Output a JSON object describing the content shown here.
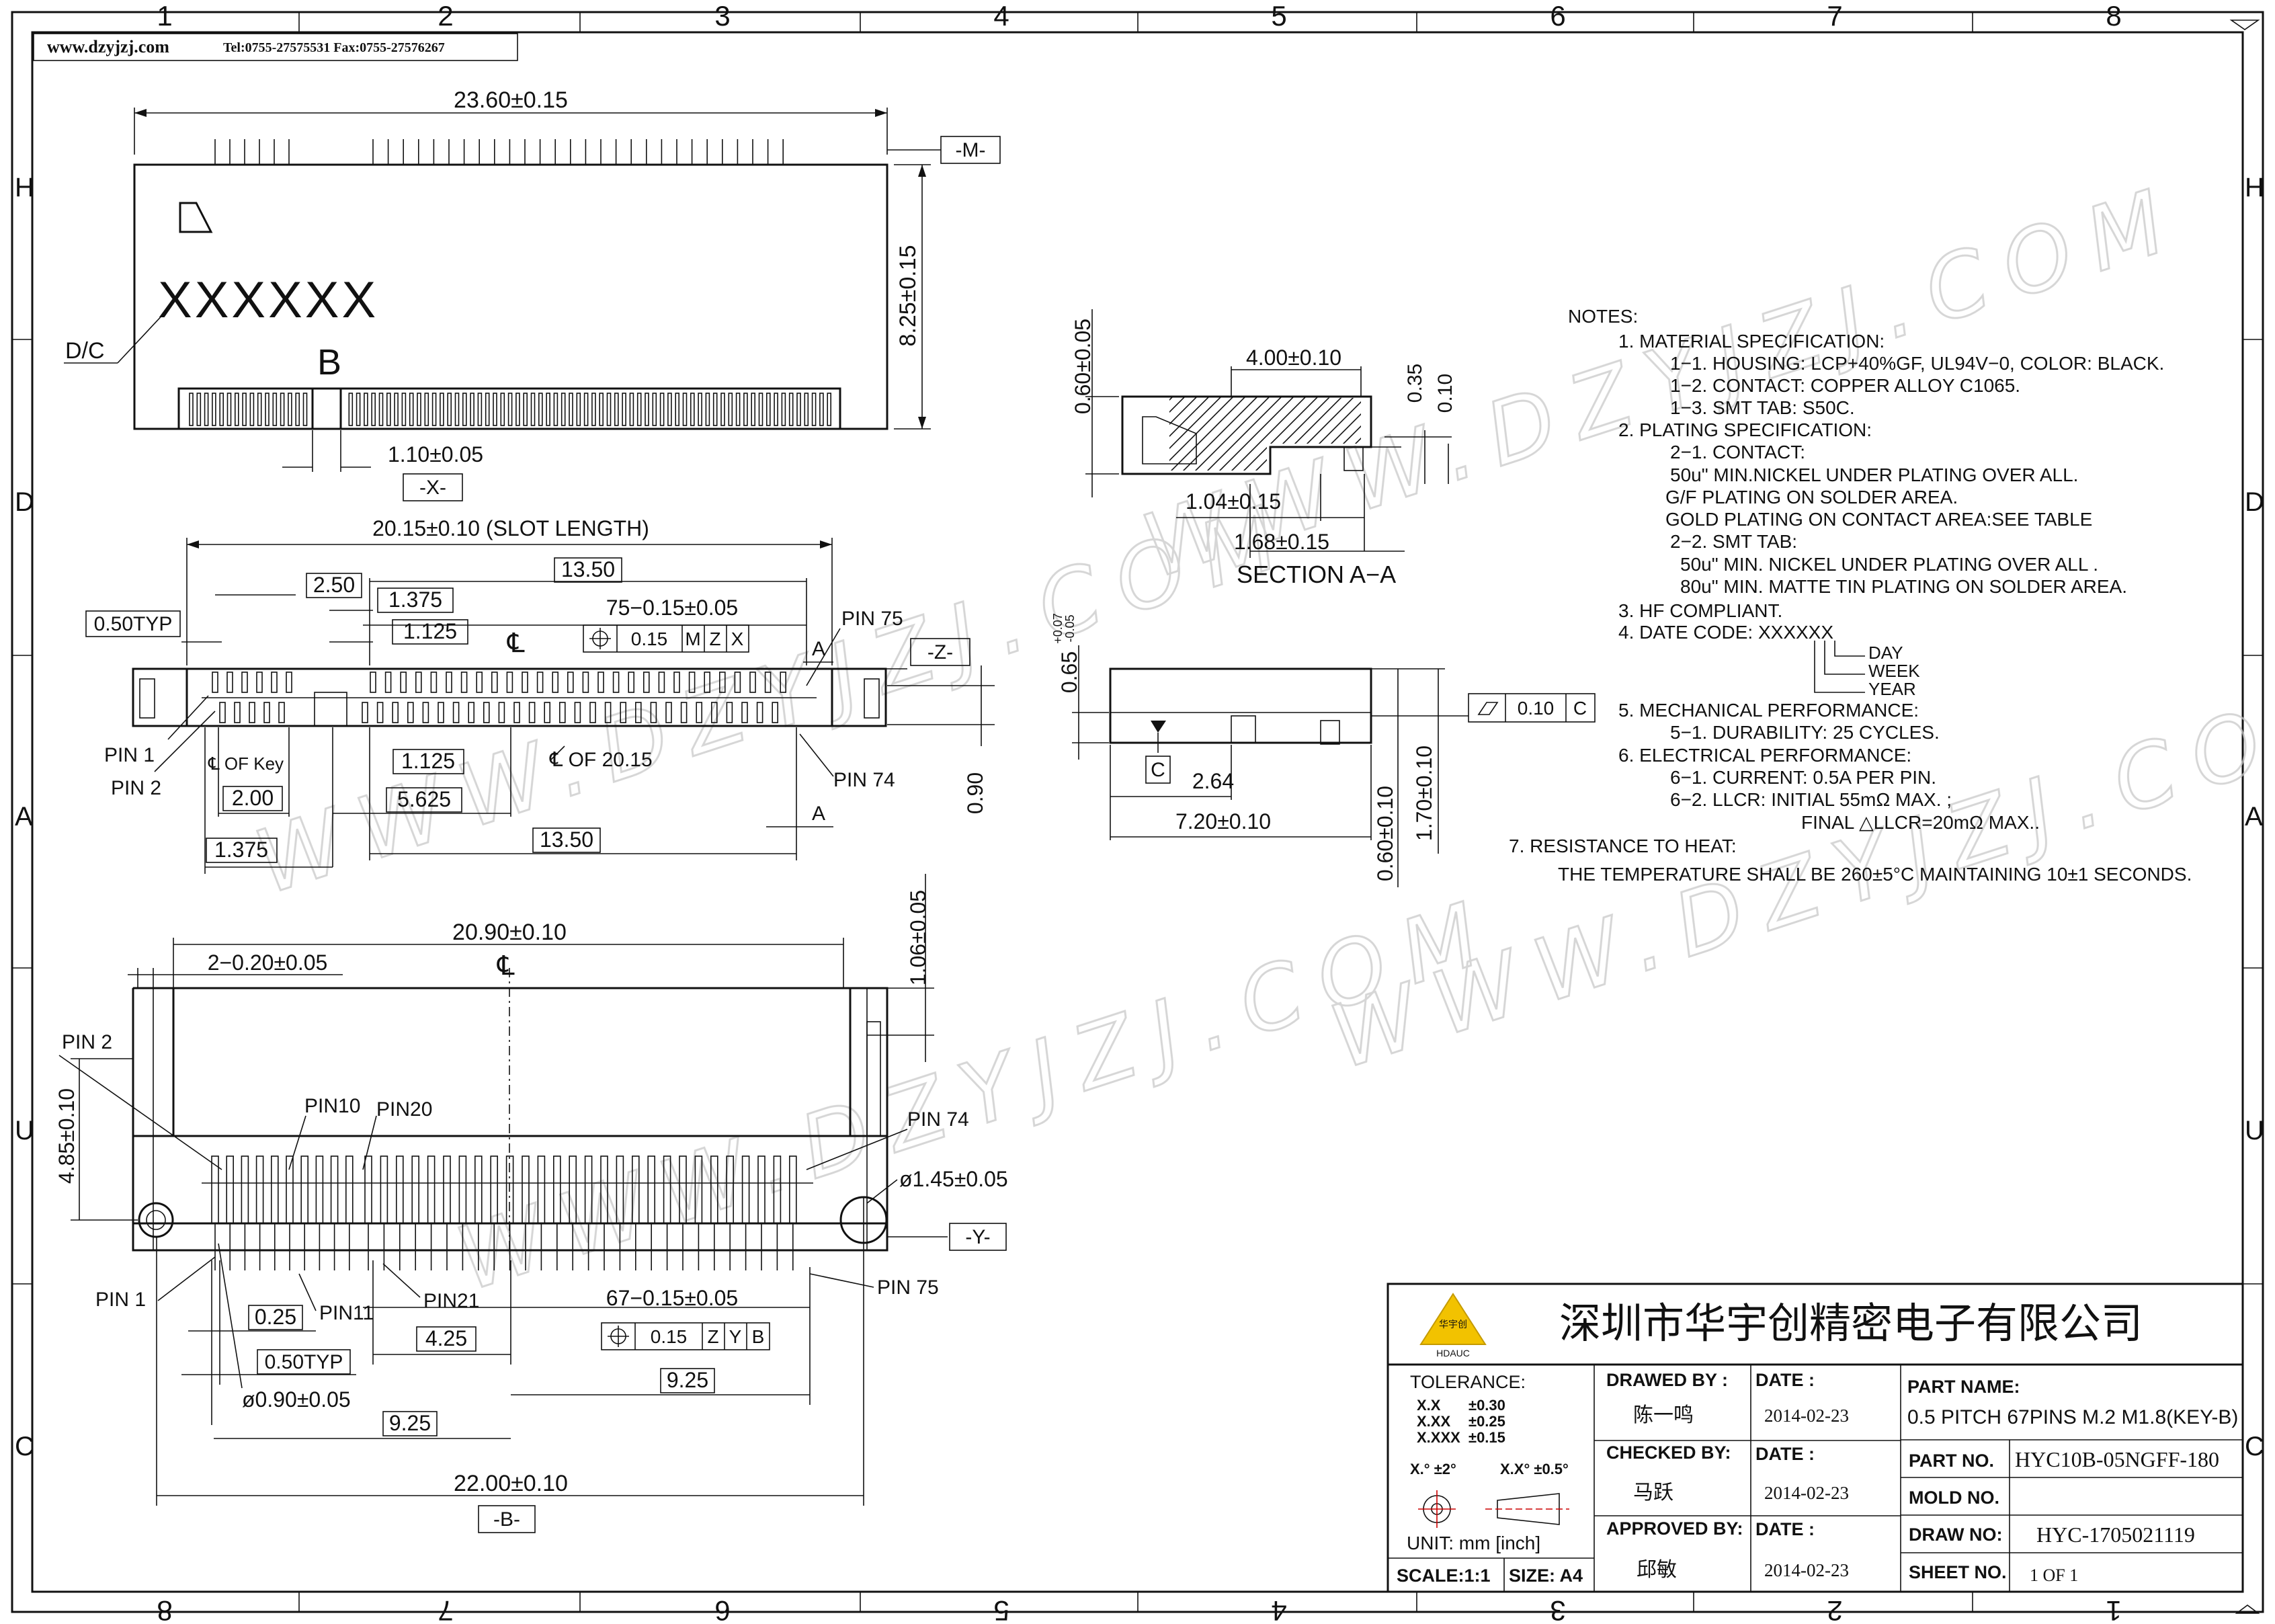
{
  "header": {
    "website": "www.dzyjzj.com",
    "contact": "Tel:0755-27575531  Fax:0755-27576267"
  },
  "frame": {
    "top_numbers": [
      "1",
      "2",
      "3",
      "4",
      "5",
      "6",
      "7",
      "8"
    ],
    "bottom_numbers": [
      "8",
      "7",
      "6",
      "5",
      "4",
      "3",
      "2",
      "1"
    ],
    "side_letters": [
      "H",
      "D",
      "A",
      "U",
      "C"
    ]
  },
  "watermark": [
    "WWW.DZYJZJ.COM",
    "WWW.DZYJZJ.COM",
    "WWW.DZYJZJ.COM",
    "WWW.DZYJZJ.COM"
  ],
  "top_view": {
    "width_dim": "23.60±0.15",
    "height_dim": "8.25±0.15",
    "datum_m": "-M-",
    "mark": "XXXXXX",
    "dc_label": "D/C",
    "key_letter": "B",
    "key_dim": "1.10±0.05",
    "datum_x": "-X-"
  },
  "pad_view": {
    "slot_length": "20.15±0.10 (SLOT LENGTH)",
    "d_13_50_top": "13.50",
    "d_2_50": "2.50",
    "d_1_375_top": "1.375",
    "d_1_125_top": "1.125",
    "d_050typ": "0.50TYP",
    "d_75": "75−0.15±0.05",
    "fcf": [
      "0.15",
      "M",
      "Z",
      "X"
    ],
    "pin75": "PIN  75",
    "pin74": "PIN  74",
    "pin1": "PIN  1",
    "pin2": "PIN  2",
    "datum_z": "-Z-",
    "sec_a": "A",
    "cl_key": "℄ OF Key",
    "cl_2015": "℄ OF 20.15",
    "d_1_125_bot": "1.125",
    "d_2_00": "2.00",
    "d_5_625": "5.625",
    "d_13_50_bot": "13.50",
    "d_1_375_bot": "1.375",
    "d_0_90": "0.90"
  },
  "section": {
    "title": "SECTION  A−A",
    "d_4_00": "4.00±0.10",
    "d_0_60": "0.60±0.05",
    "d_0_35": "0.35",
    "d_0_10": "0.10",
    "d_1_04": "1.04±0.15",
    "d_1_68": "1.68±0.15"
  },
  "side_view": {
    "d_0_65": "0.65",
    "tol_plus": "+0.07",
    "tol_minus": "-0.05",
    "flatness": "0.10",
    "flat_datum": "C",
    "datum_c": "C",
    "d_2_64": "2.64",
    "d_7_20": "7.20±0.10",
    "d_0_60v": "0.60±0.10",
    "d_1_70v": "1.70±0.10"
  },
  "notes": {
    "title": "NOTES:",
    "lines": [
      "1.  MATERIAL  SPECIFICATION:",
      "1−1.  HOUSING:  LCP+40%GF,  UL94V−0,  COLOR:  BLACK.",
      "1−2.  CONTACT:  COPPER  ALLOY  C1065.",
      "1−3.  SMT  TAB:  S50C.",
      "2.  PLATING  SPECIFICATION:",
      "2−1.  CONTACT:",
      "50u\"  MIN.NICKEL  UNDER  PLATING  OVER  ALL.",
      "G/F  PLATING  ON  SOLDER  AREA.",
      "GOLD    PLATING  ON  CONTACT  AREA:SEE  TABLE",
      "2−2.  SMT  TAB:",
      "50u\"  MIN.  NICKEL  UNDER  PLATING  OVER  ALL  .",
      "80u\"  MIN.  MATTE  TIN  PLATING  ON  SOLDER  AREA.",
      "3.  HF  COMPLIANT.",
      "4.  DATE  CODE:  XXXXXX",
      "DAY",
      "WEEK",
      "YEAR",
      "5.  MECHANICAL  PERFORMANCE:",
      "5−1.  DURABILITY:  25  CYCLES.",
      "6.  ELECTRICAL  PERFORMANCE:",
      "6−1.  CURRENT:  0.5A  PER  PIN.",
      "6−2.  LLCR:  INITIAL  55mΩ  MAX.  ;",
      "FINAL  △LLCR=20mΩ  MAX..",
      "7.  RESISTANCE  TO  HEAT:",
      "THE  TEMPERATURE  SHALL  BE  260±5°C  MAINTAINING  10±1  SECONDS."
    ]
  },
  "bottom_view": {
    "d_20_90": "20.90±0.10",
    "d_2_020": "2−0.20±0.05",
    "d_1_06": "1.06±0.05",
    "d_4_85": "4.85±0.10",
    "pin2": "PIN  2",
    "pin10": "PIN10",
    "pin20": "PIN20",
    "pin74": "PIN  74",
    "d_hole": "ø1.45±0.05",
    "datum_y": "-Y-",
    "pin1": "PIN  1",
    "pin11": "PIN11",
    "pin21": "PIN21",
    "pin75": "PIN  75",
    "d_67": "67−0.15±0.05",
    "fcf": [
      "0.15",
      "Z",
      "Y",
      "B"
    ],
    "d_0_25": "0.25",
    "d_4_25": "4.25",
    "d_050typ": "0.50TYP",
    "d_0_90": "ø0.90±0.05",
    "d_9_25_r": "9.25",
    "d_9_25_l": "9.25",
    "d_22_00": "22.00±0.10",
    "datum_b": "-B-"
  },
  "title_block": {
    "company": "深圳市华宇创精密电子有限公司",
    "logo_cn": "华宇创",
    "logo_en": "HDAUC",
    "tolerance_label": "TOLERANCE:",
    "tol_rows": [
      [
        "X.X",
        "±0.30"
      ],
      [
        "X.XX",
        "±0.25"
      ],
      [
        "X.XXX",
        "±0.15"
      ]
    ],
    "angle_a": "X.° ±2°",
    "angle_b": "X.X° ±0.5°",
    "unit": "UNIT:  mm  [inch]",
    "scale": "SCALE:1:1",
    "size": "SIZE:  A4",
    "drawn_by_label": "DRAWED  BY :",
    "drawn_by": "陈一鸣",
    "checked_by_label": "CHECKED  BY:",
    "checked_by": "马跃",
    "approved_by_label": "APPROVED  BY:",
    "approved_by": "邱敏",
    "date_label": "DATE  :",
    "date_drawn": "2014-02-23",
    "date_checked": "2014-02-23",
    "date_approved": "2014-02-23",
    "part_name_label": "PART  NAME:",
    "part_name": "0.5 PITCH 67PINS M.2 M1.8(KEY-B)",
    "part_no_label": "PART  NO.",
    "part_no": "HYC10B-05NGFF-180",
    "mold_no_label": "MOLD  NO.",
    "mold_no": "",
    "draw_no_label": "DRAW  NO:",
    "draw_no": "HYC-1705021119",
    "sheet_no_label": "SHEET  NO.",
    "sheet_no": "1  OF  1"
  }
}
